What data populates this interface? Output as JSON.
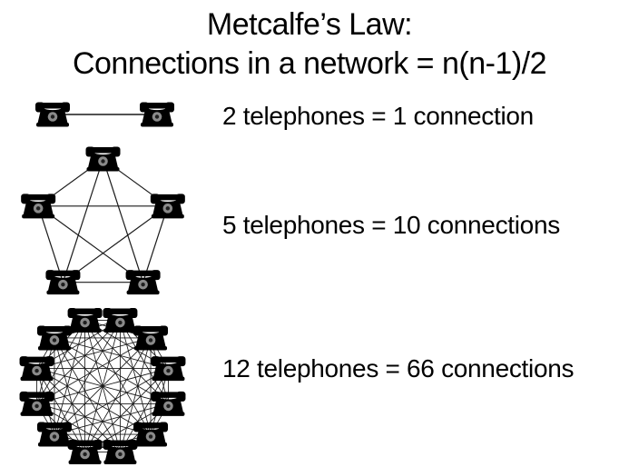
{
  "title": {
    "line1": "Metcalfe’s Law:",
    "line2": "Connections in a network = n(n-1)/2"
  },
  "rows": [
    {
      "telephones": 2,
      "connections": 1,
      "label": "2 telephones = 1 connection"
    },
    {
      "telephones": 5,
      "connections": 10,
      "label": "5 telephones = 10 connections"
    },
    {
      "telephones": 12,
      "connections": 66,
      "label": "12 telephones = 66 connections"
    }
  ],
  "icons": [
    {
      "name": "telephone-icon",
      "description": "black rotary telephone silhouette with gray dial"
    }
  ],
  "colors": {
    "text": "#000000",
    "line": "#1a1a1a",
    "phone": "#000000",
    "dial": "#8a8a8a",
    "dial_center": "#1f1f1f",
    "background": "#ffffff"
  }
}
